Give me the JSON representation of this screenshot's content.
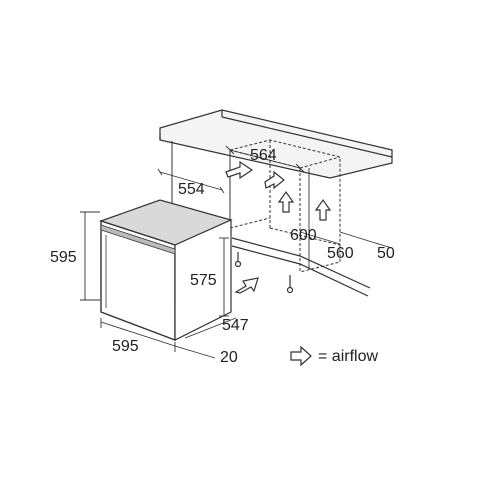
{
  "dimensions": {
    "cabinet_inner_width": "564",
    "cabinet_inner_depth": "554",
    "oven_height": "595",
    "oven_body_height": "575",
    "niche_height": "600",
    "niche_depth": "560",
    "wall_gap": "50",
    "oven_width": "595",
    "oven_depth": "547",
    "front_offset": "20"
  },
  "legend": {
    "label": "= airflow"
  },
  "colors": {
    "line": "#333333",
    "oven_front": "#ffffff",
    "oven_top": "#d9d9d9",
    "counter_edge": "#555555"
  }
}
